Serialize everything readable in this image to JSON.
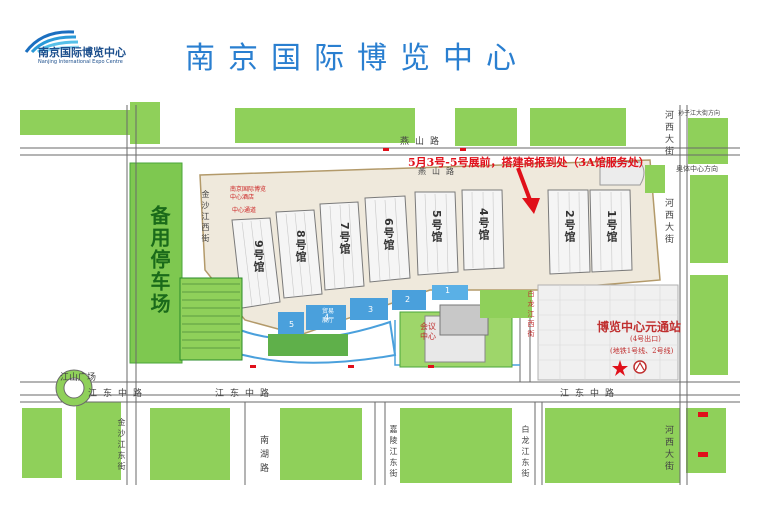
{
  "header": {
    "logo_name": "南京国际博览中心",
    "logo_sub": "Nanjing International Expo Centre",
    "title": "南京国际博览中心"
  },
  "banner": {
    "text": "5月3号-5号展前，搭建商报到处（3A馆服务处）"
  },
  "roads": {
    "yanshan_top": "燕山路",
    "yanshan_inner": "燕山路",
    "jiangdong_left": "江东中路",
    "jiangdong_mid": "江东中路",
    "jiangdong_right": "江东中路",
    "jinsha_upper": "金沙江西街",
    "jinsha_lower": "金沙江东街",
    "heixi_right_top": "河西大街",
    "heixi_right_mid": "河西大街",
    "heixi_right_bottom": "河西大街",
    "nanhu": "南湖路",
    "jialing": "嘉陵江东街",
    "bailong_lower": "白龙江东街",
    "bailong_upper": "白龙江西街",
    "jiangshan": "江山广场",
    "sunzi": "孙子江大街方向",
    "aoti": "奥体中心方向"
  },
  "halls": {
    "h1": "1号馆",
    "h2": "2号馆",
    "h4": "4号馆",
    "h5": "5号馆",
    "h6": "6号馆",
    "h7": "7号馆",
    "h8": "8号馆",
    "h9": "9号馆"
  },
  "areas": {
    "parking": "备用停车场",
    "meeting": "会议中心",
    "station_name": "博览中心元通站",
    "station_exit": "(4号出口)",
    "station_lines": "(地铁1号线、2号线)",
    "hotel_note": "南京国际博览中心酒店",
    "lobby": "中心通道",
    "trade_hall": "贸易展厅",
    "zone_2": "2",
    "zone_3": "3",
    "zone_4": "4",
    "zone_5": "5",
    "zone_1": "1"
  },
  "colors": {
    "grass": "#7ec850",
    "grass_dark": "#4aa63a",
    "road_line": "#6a6a6a",
    "water": "#4aa0dc",
    "title_blue": "#2a7fd0",
    "red": "#e0101a"
  }
}
